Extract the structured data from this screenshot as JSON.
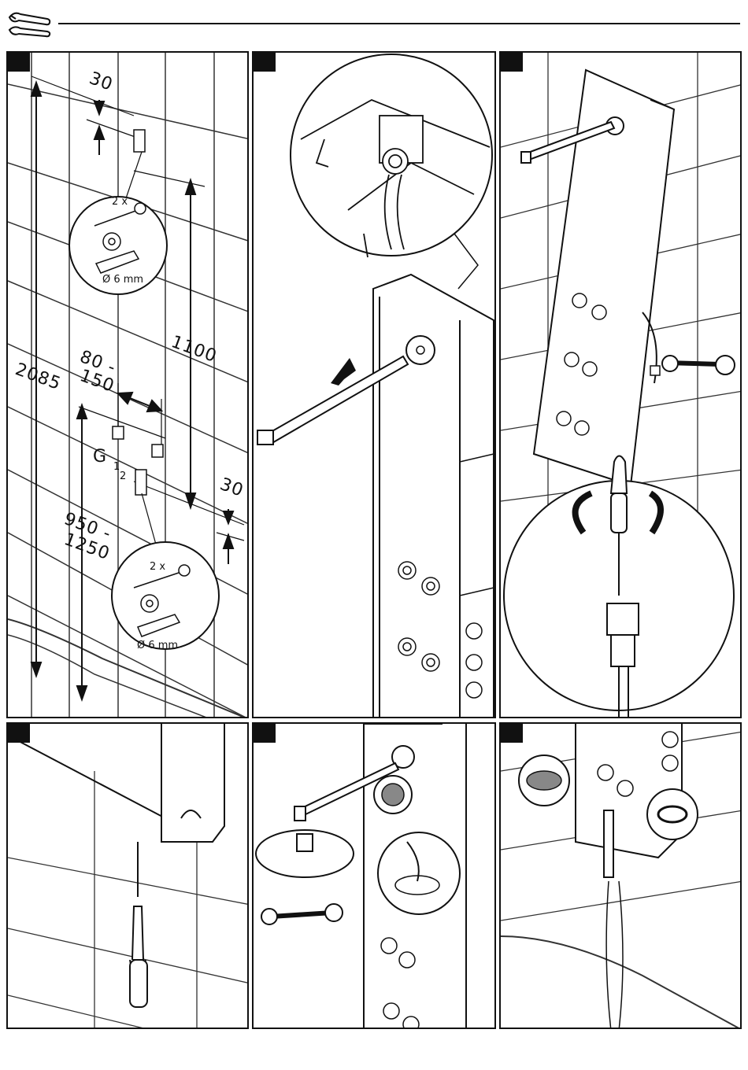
{
  "icons": {
    "header": "tools-icon"
  },
  "panel1": {
    "dim_top_gap": "30",
    "dim_total_height": "2085",
    "dim_bracket_spacing": "1100",
    "dim_inlet_spacing_a": "80 -",
    "dim_inlet_spacing_b": "150",
    "thread_label": "G",
    "thread_frac_num": "1",
    "thread_frac_den": "2",
    "dim_lower_gap": "30",
    "dim_inlet_height_a": "950 -",
    "dim_inlet_height_b": "1250",
    "detail_top_qty": "2 x",
    "detail_top_diameter": "Ø 6 mm",
    "detail_bottom_qty": "2 x",
    "detail_bottom_diameter": "Ø 6 mm"
  }
}
